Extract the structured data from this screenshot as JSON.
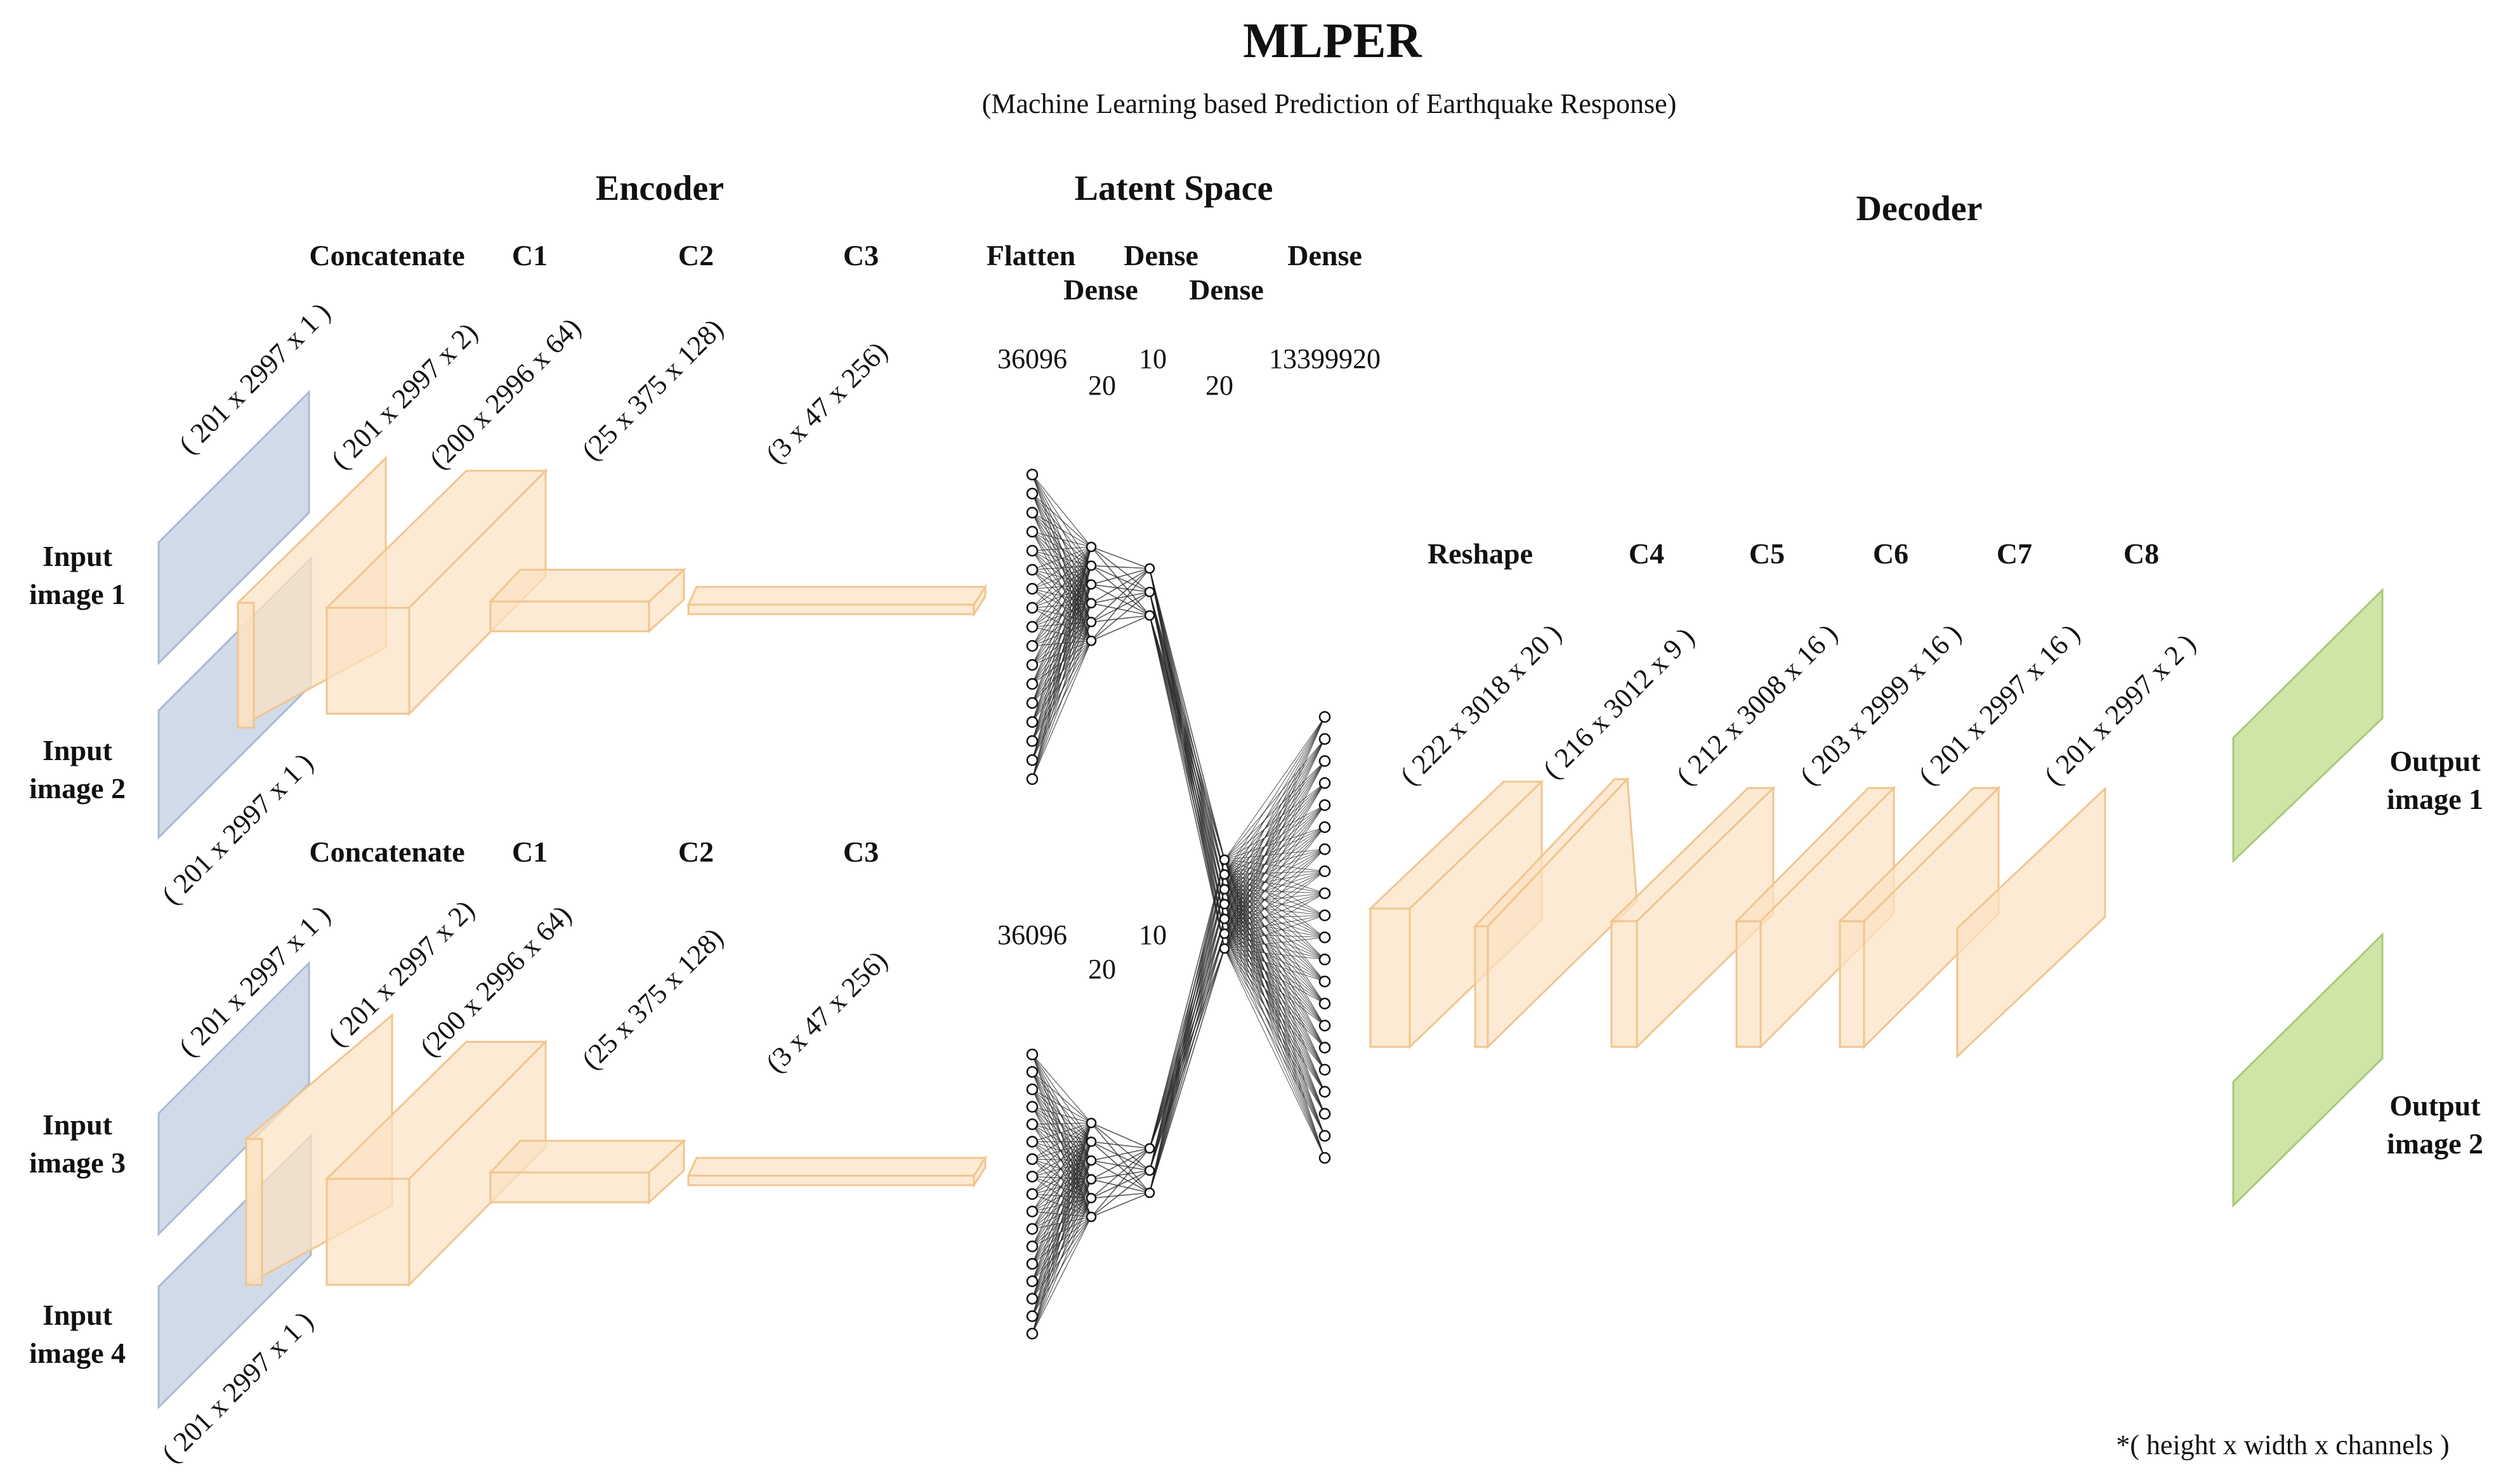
{
  "title": "MLPER",
  "subtitle": "(Machine Learning based Prediction of Earthquake Response)",
  "sections": {
    "encoder": "Encoder",
    "latent": "Latent Space",
    "decoder": "Decoder"
  },
  "encoder_top": {
    "concat": "Concatenate",
    "c1": "C1",
    "c2": "C2",
    "c3": "C3",
    "in_a_dim": "( 201 x 2997 x 1 )",
    "in_b_dim": "( 201 x 2997 x 1 )",
    "concat_dim": "( 201 x 2997 x 2)",
    "c1_dim": "(200 x 2996 x 64)",
    "c2_dim": "(25 x 375 x 128)",
    "c3_dim": "(3 x 47 x 256)"
  },
  "encoder_bottom": {
    "concat": "Concatenate",
    "c1": "C1",
    "c2": "C2",
    "c3": "C3",
    "in_a_dim": "( 201 x 2997 x 1 )",
    "in_b_dim": "( 201 x 2997 x 1 )",
    "concat_dim": "( 201 x 2997 x 2)",
    "c1_dim": "(200 x 2996 x 64)",
    "c2_dim": "(25 x 375 x 128)",
    "c3_dim": "(3 x 47 x 256)"
  },
  "inputs": {
    "in1_l1": "Input",
    "in1_l2": "image 1",
    "in2_l1": "Input",
    "in2_l2": "image 2",
    "in3_l1": "Input",
    "in3_l2": "image 3",
    "in4_l1": "Input",
    "in4_l2": "image 4"
  },
  "latent": {
    "flatten": "Flatten",
    "dense_1": "Dense",
    "dense_2": "Dense",
    "dense_3": "Dense",
    "dense_4": "Dense",
    "n_flatten": "36096",
    "n_20a": "20",
    "n_10": "10",
    "n_20b": "20",
    "n_out": "13399920",
    "n_flatten_b": "36096",
    "n_20c": "20",
    "n_10b": "10"
  },
  "decoder": {
    "reshape": "Reshape",
    "c4": "C4",
    "c5": "C5",
    "c6": "C6",
    "c7": "C7",
    "c8": "C8",
    "reshape_dim": "( 222 x 3018 x 20 )",
    "c4_dim": "( 216 x 3012 x 9 )",
    "c5_dim": "( 212 x 3008 x 16 )",
    "c6_dim": "( 203 x 2999 x 16 )",
    "c7_dim": "( 201 x 2997 x 16 )",
    "c8_dim": "( 201 x 2997 x 2 )"
  },
  "outputs": {
    "out1_l1": "Output",
    "out1_l2": "image 1",
    "out2_l1": "Output",
    "out2_l2": "image 2"
  },
  "note": "*( height x width x channels )",
  "colors": {
    "input": "#ccd6e6",
    "input_stroke": "#a9b9d3",
    "layer_fill": "#fbe2c4",
    "layer_stroke": "#f1c58e",
    "output": "#cfe4a7",
    "output_stroke": "#a9c97a",
    "line": "#222222"
  }
}
